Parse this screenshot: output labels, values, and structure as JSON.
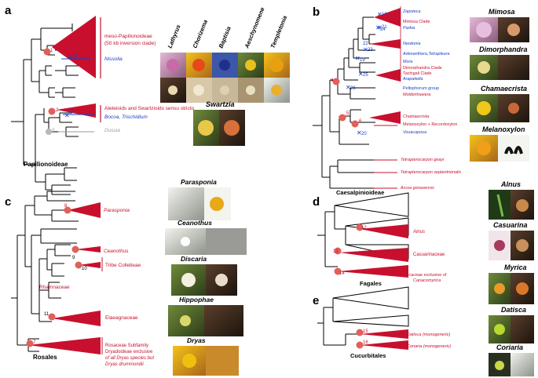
{
  "panels": {
    "a": {
      "letter": "a",
      "title": "Papilionoideae",
      "nodes": [
        "1",
        "2",
        "3",
        "16",
        "17"
      ],
      "labels": {
        "meso1": "meso-Papilionoideae",
        "meso2": "(50 kb inversion clade)",
        "nissolia": "Nissolia",
        "ateleioids": "Ateleioids and Swartzioids sensu stricto",
        "bocoa": "Bocoa, Trischidium",
        "dussia": "Dussia"
      },
      "genus_headers": [
        "Lathyrus",
        "Chorizema",
        "Baptisia",
        "Aeschynomene",
        "Templetonia"
      ],
      "extra_genus": "Swartzia"
    },
    "b": {
      "letter": "b",
      "title": "Caesalpinioideae",
      "nodes": [
        "4",
        "5",
        "6",
        "18",
        "19",
        "20",
        "21",
        "22",
        "23",
        "24",
        "25",
        "26"
      ],
      "taxa": [
        {
          "label": "Zapoteca",
          "color": "blue"
        },
        {
          "label": "Mimosa Clade",
          "color": "red"
        },
        {
          "label": "Parkia",
          "color": "blue"
        },
        {
          "label": "Newtonia",
          "color": "blue"
        },
        {
          "label": "Adenanthera,Tetrapleura",
          "color": "blue"
        },
        {
          "label": "Mora",
          "color": "blue"
        },
        {
          "label": "Dimorphandra Clade",
          "color": "red"
        },
        {
          "label": "Tachigali Clade",
          "color": "red"
        },
        {
          "label": "Arapatiella",
          "color": "blue"
        },
        {
          "label": "Peltophorum group",
          "color": "blue"
        },
        {
          "label": "Moldenhawera",
          "color": "red"
        },
        {
          "label": "Chamaecrista",
          "color": "red"
        },
        {
          "label": "Melanoxylon + Recordoxylon",
          "color": "red"
        },
        {
          "label": "Vouacapoua",
          "color": "blue"
        },
        {
          "label": "Tetrapterocarpon geayi",
          "color": "red"
        },
        {
          "label": "Tetrapterocarpon septentrionalis",
          "color": "red"
        },
        {
          "label": "Arcoa gonavensis",
          "color": "red"
        }
      ],
      "genera": [
        "Mimosa",
        "Dimorphandra",
        "Chamaecrista",
        "Melanoxylon"
      ]
    },
    "c": {
      "letter": "c",
      "title": "Rosales",
      "nodes": [
        "7",
        "8",
        "9",
        "10",
        "11"
      ],
      "labels": {
        "parasponia": "Parasponia",
        "ceanothus": "Ceanothus",
        "colletieae": "Tribe Colletieae",
        "rhamnaceae": "Rhamnaceae",
        "elaeagnaceae": "Elaeagnaceae",
        "rosaceae1": "Rosaceae Subfamily",
        "rosaceae2": "Dryadoideae exclusive",
        "rosaceae3": "of all Dryas species but",
        "rosaceae4": "Dryas drummondii"
      },
      "genera": [
        "Parasponia",
        "Ceanothus",
        "Discaria",
        "Hippophae",
        "Dryas"
      ]
    },
    "d": {
      "letter": "d",
      "title": "Fagales",
      "nodes": [
        "12",
        "13",
        "14"
      ],
      "labels": {
        "alnus": "Alnus",
        "casuarinaceae": "Casuarinaceae",
        "myricaceae1": "Myricaceae exclusive of",
        "myricaceae2": "Canacomyrica"
      },
      "genera": [
        "Alnus",
        "Casuarina",
        "Myrica"
      ]
    },
    "e": {
      "letter": "e",
      "title": "Cucurbitales",
      "nodes": [
        "15",
        "16"
      ],
      "labels": {
        "datisca": "Datisca (monogeneric)",
        "coriaria": "Coriaria (monogeneric)"
      },
      "genera": [
        "Datisca",
        "Coriaria"
      ]
    }
  },
  "colors": {
    "red": "#c8102e",
    "blue": "#1a3fc4",
    "grey": "#9a9a9a",
    "node": "#e0605a"
  }
}
